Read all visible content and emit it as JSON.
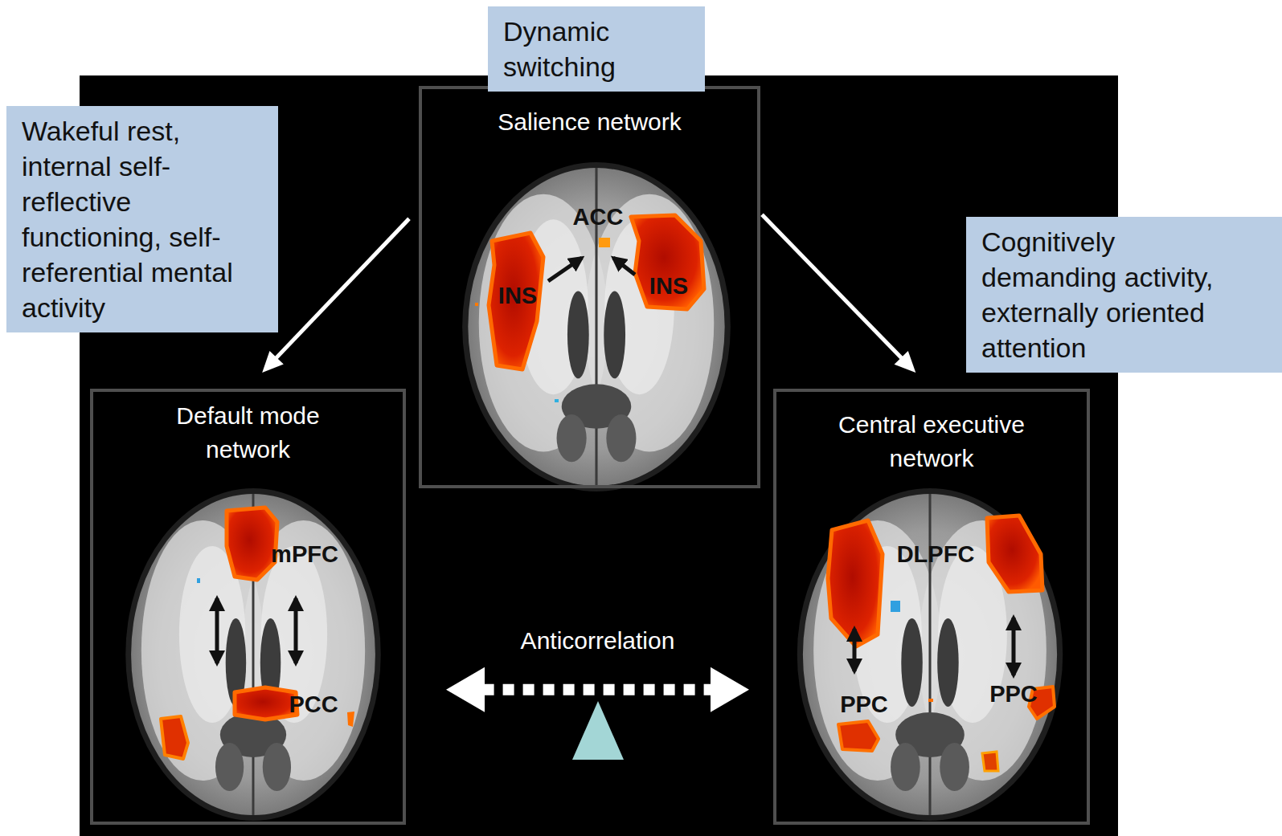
{
  "diagram": {
    "nodes": [
      {
        "text": [
          "Dynamic switching"
        ]
      },
      {
        "text": [
          "Wakeful rest, internal self-reflective functioning, self-referential mental activity"
        ]
      },
      {
        "text": [
          "Salience network"
        ]
      },
      {
        "text": [
          "Cognitively demanding activity, externally oriented attention"
        ]
      },
      {
        "text": [
          "Default mode network"
        ]
      },
      {
        "text": [
          "Central executive network"
        ]
      }
    ],
    "edges": [
      {
        "from": 2,
        "to": 4,
        "arrow": "to"
      },
      {
        "from": 2,
        "to": 5,
        "arrow": "to"
      },
      {
        "from": 4,
        "to": 5,
        "arrow": "both",
        "label": "Anticorrelation"
      }
    ],
    "labels": [
      "ACC",
      "INS",
      "INS",
      "mPFC",
      "PCC",
      "DLPFC",
      "PPC",
      "PPC"
    ]
  }
}
